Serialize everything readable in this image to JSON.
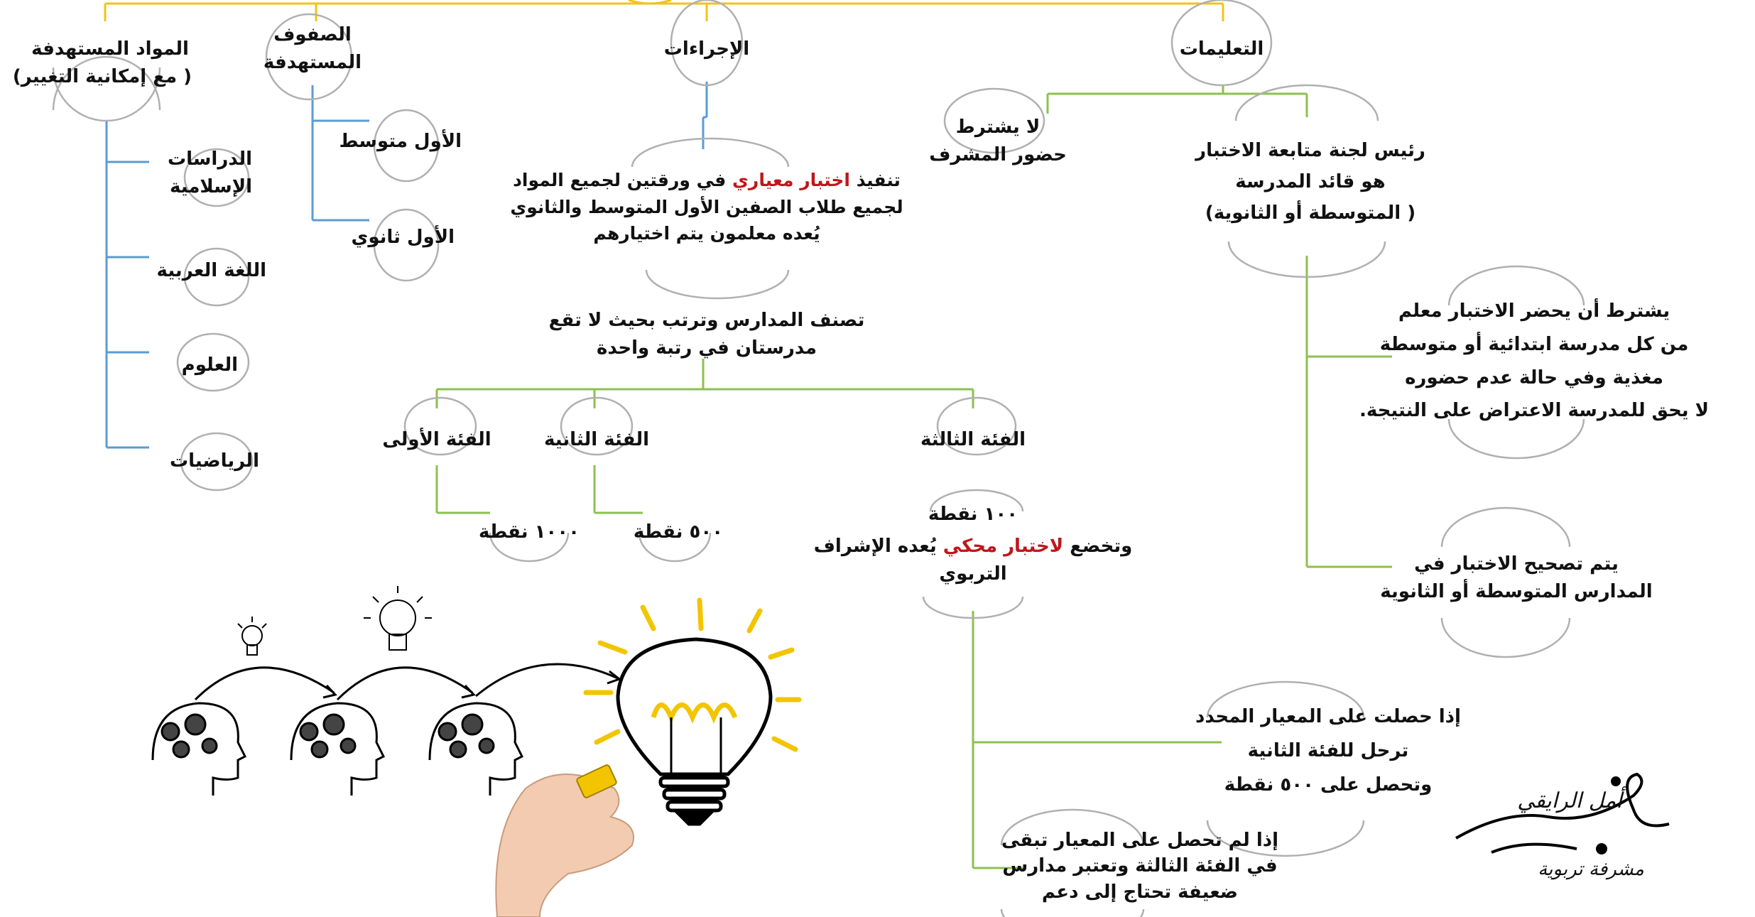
{
  "top_branches": {
    "materials": {
      "title": "المواد المستهدفة",
      "subtitle": "( مع إمكانية التغيير)"
    },
    "grades": {
      "title_line1": "الصفوف",
      "title_line2": "المستهدفة"
    },
    "procedures": {
      "title": "الإجراءات"
    },
    "instructions": {
      "title": "التعليمات"
    }
  },
  "materials_list": {
    "islamic_line1": "الدراسات",
    "islamic_line2": "الإسلامية",
    "arabic": "اللغة العربية",
    "science": "العلوم",
    "math": "الرياضيات"
  },
  "grades_list": {
    "first_middle": "الأول متوسط",
    "first_secondary": "الأول ثانوي"
  },
  "procedures_text": {
    "exec_line1_pre": "تنفيذ ",
    "exec_line1_red": "اختبار معياري",
    "exec_line1_post": " في ورقتين لجميع المواد",
    "exec_line2": "لجميع طلاب الصفين الأول المتوسط والثانوي",
    "exec_line3": "يُعده معلمون يتم اختيارهم",
    "classify_line1": "تصنف المدارس وترتب بحيث لا تقع",
    "classify_line2": "مدرستان في رتبة واحدة"
  },
  "categories": {
    "first": {
      "name": "الفئة الأولى",
      "points": "١٠٠٠ نقطة"
    },
    "second": {
      "name": "الفئة الثانية",
      "points": "٥٠٠ نقطة"
    },
    "third": {
      "name": "الفئة الثالثة",
      "points": "١٠٠ نقطة",
      "note_line1_pre": "وتخضع ",
      "note_line1_red": "لاختبار محكي",
      "note_line1_post": " يُعده الإشراف",
      "note_line2": "التربوي"
    }
  },
  "outcomes": {
    "pass_line1": "إذا حصلت على المعيار المحدد",
    "pass_line2": "ترحل للفئة الثانية",
    "pass_line3": "وتحصل على ٥٠٠ نقطة",
    "fail_line1": "إذا لم تحصل على المعيار تبقى",
    "fail_line2": "في الفئة الثالثة وتعتبر مدارس",
    "fail_line3": "ضعيفة تحتاج إلى دعم"
  },
  "instructions_text": {
    "no_supervisor_line1": "لا يشترط",
    "no_supervisor_line2": "حضور المشرف",
    "committee_line1": "رئيس لجنة متابعة الاختبار",
    "committee_line2": "هو قائد المدرسة",
    "committee_line3": "( المتوسطة أو الثانوية)",
    "teacher_line1": "يشترط أن يحضر الاختبار معلم",
    "teacher_line2": "من كل مدرسة ابتدائية أو متوسطة",
    "teacher_line3": "مغذية وفي حالة عدم حضوره",
    "teacher_line4": "لا يحق للمدرسة الاعتراض على النتيجة.",
    "correction_line1": "يتم تصحيح الاختبار في",
    "correction_line2": "المدارس المتوسطة أو الثانوية"
  },
  "signature": {
    "name": "أمل الرايقي",
    "role": "مشرفة تربوية"
  },
  "colors": {
    "top_line": "#f0c419",
    "blue_line": "#5b9bd5",
    "green_line": "#8dc04f",
    "arc": "#b0b0b0",
    "red_text": "#c0161c"
  }
}
